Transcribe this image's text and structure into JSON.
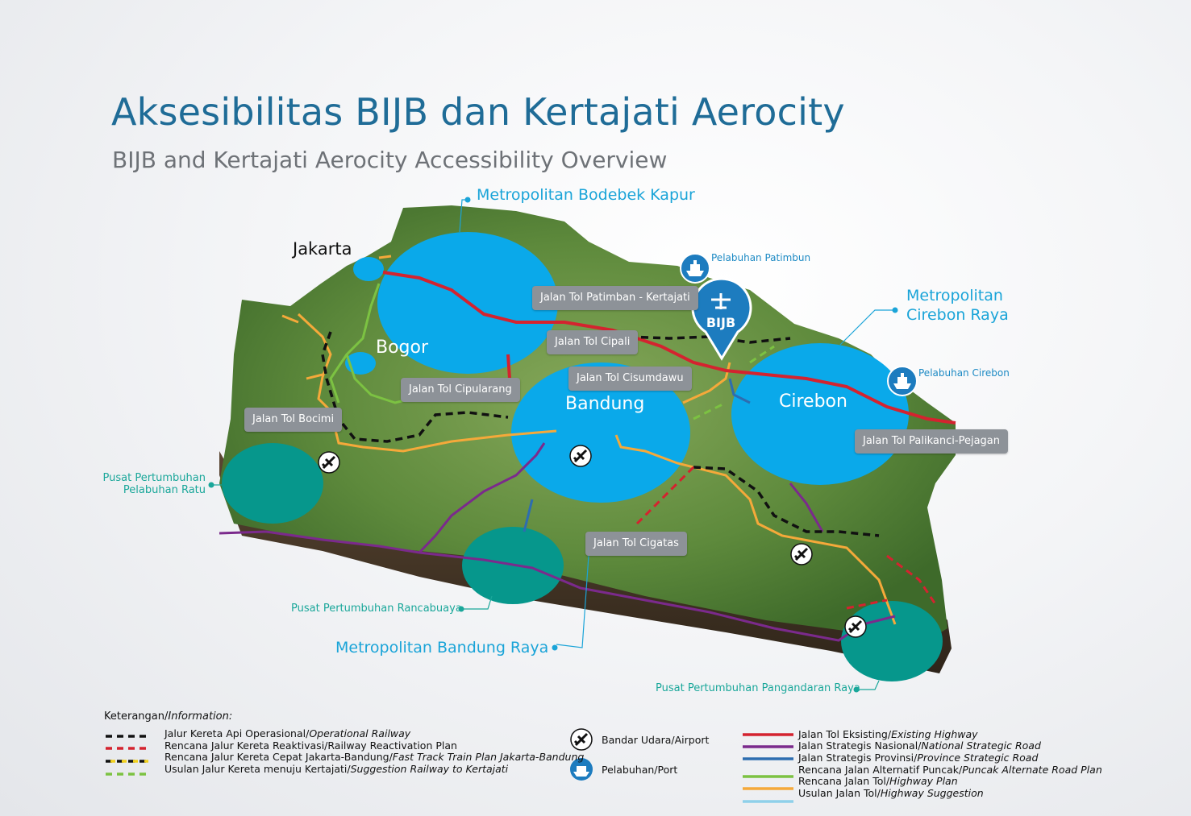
{
  "header": {
    "title": "Aksesibilitas BIJB dan Kertajati Aerocity",
    "subtitle": "BIJB and Kertajati Aerocity Accessibility Overview"
  },
  "map_labels": {
    "metro_bodebek": "Metropolitan Bodebek Kapur",
    "metro_cirebon_line1": "Metropolitan",
    "metro_cirebon_line2": "Cirebon Raya",
    "metro_bandung": "Metropolitan Bandung Raya",
    "jakarta": "Jakarta",
    "bogor": "Bogor",
    "bandung": "Bandung",
    "cirebon": "Cirebon",
    "bijb_marker": "BIJB",
    "growth_ratu_line1": "Pusat Pertumbuhan",
    "growth_ratu_line2": "Pelabuhan Ratu",
    "growth_rancabuaya": "Pusat Pertumbuhan Rancabuaya",
    "growth_pangandaran": "Pusat Pertumbuhan Pangandaran Raya",
    "port_patimbun": "Pelabuhan Patimbun",
    "port_cirebon": "Pelabuhan Cirebon"
  },
  "road_tags": {
    "patimban": "Jalan Tol Patimban - Kertajati",
    "cipali": "Jalan Tol Cipali",
    "cisumdawu": "Jalan Tol Cisumdawu",
    "cipularang": "Jalan Tol Cipularang",
    "bocimi": "Jalan Tol Bocimi",
    "palikanci": "Jalan Tol Palikanci-Pejagan",
    "cigatas": "Jalan Tol Cigatas"
  },
  "legend": {
    "heading": "Keterangan/",
    "heading_en": "Information:",
    "railways": [
      {
        "id": "NB",
        "text": "Jalur Kereta Api Operasional/",
        "en": "Operational Railway"
      },
      {
        "id": "NB",
        "text": "Rencana Jalur Kereta Reaktivasi/Railway Reactivation Plan",
        "en": ""
      },
      {
        "id": "NB",
        "text": "Rencana Jalur Kereta Cepat Jakarta-Bandung/",
        "en": "Fast Track Train Plan Jakarta-Bandung"
      },
      {
        "id": "NB",
        "text": "Usulan Jalur Kereta menuju Kertajati/",
        "en": "Suggestion Railway to Kertajati"
      }
    ],
    "symbols": {
      "airport": "Bandar Udara/Airport",
      "port": "Pelabuhan/Port"
    },
    "roads": [
      {
        "text": "Jalan Tol Eksisting/",
        "en": "Existing Highway"
      },
      {
        "text": "Jalan Strategis Nasional/",
        "en": "National Strategic Road"
      },
      {
        "text": "Jalan Strategis Provinsi/",
        "en": "Province Strategic Road"
      },
      {
        "text": "Rencana Jalan Alternatif Puncak/",
        "en": "Puncak Alternate Road Plan"
      },
      {
        "text": "Rencana Jalan Tol/",
        "en": "Highway Plan"
      },
      {
        "text": "Usulan Jalan Tol/",
        "en": "Highway Suggestion"
      }
    ]
  },
  "colors": {
    "metro_blue": "#0aa9ea",
    "growth_teal": "#06978c",
    "existing_highway": "#d4232f",
    "national_road": "#7b2a8c",
    "province_road": "#2d6db0",
    "puncak_road": "#7cc242",
    "highway_plan": "#f5a93a",
    "highway_suggestion": "#8fd0ea",
    "tag_grey": "#8d9298",
    "title_blue": "#1f6c97"
  },
  "icons": [
    "airplane-icon",
    "ship-icon",
    "bijb-pin-icon"
  ]
}
